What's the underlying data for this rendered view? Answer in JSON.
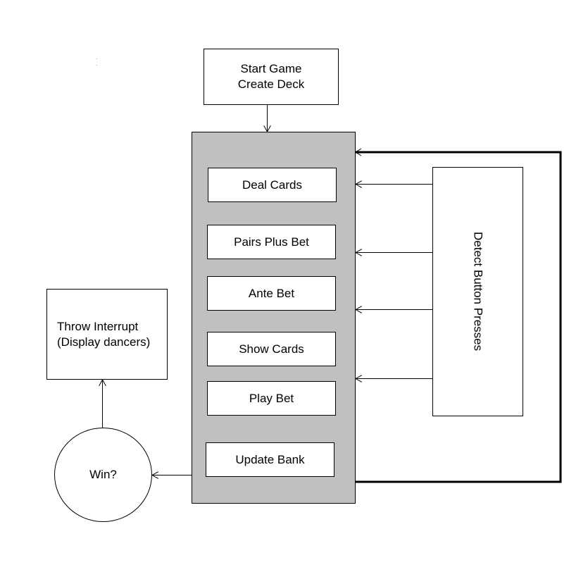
{
  "diagram": {
    "title": "Card game program flow",
    "start": {
      "label": "Start Game\nCreate Deck"
    },
    "game_loop": {
      "steps": [
        {
          "label": "Deal Cards"
        },
        {
          "label": "Pairs Plus Bet"
        },
        {
          "label": "Ante Bet"
        },
        {
          "label": "Show Cards"
        },
        {
          "label": "Play Bet"
        },
        {
          "label": "Update Bank"
        }
      ]
    },
    "input": {
      "label": "Detect Button Presses"
    },
    "decision": {
      "label": "Win?"
    },
    "interrupt": {
      "label": "Throw Interrupt\n(Display dancers)"
    },
    "colors": {
      "container": "#c0c0c0",
      "line": "#000000",
      "box": "#ffffff"
    },
    "edges": [
      {
        "from": "start",
        "to": "game_loop"
      },
      {
        "from": "input",
        "to": "Deal Cards"
      },
      {
        "from": "input",
        "to": "Pairs Plus Bet"
      },
      {
        "from": "input",
        "to": "Ante Bet"
      },
      {
        "from": "input",
        "to": "Show Cards"
      },
      {
        "from": "game_loop",
        "to": "game_loop",
        "type": "loop-back"
      },
      {
        "from": "game_loop",
        "to": "decision"
      },
      {
        "from": "decision",
        "to": "interrupt"
      }
    ]
  }
}
